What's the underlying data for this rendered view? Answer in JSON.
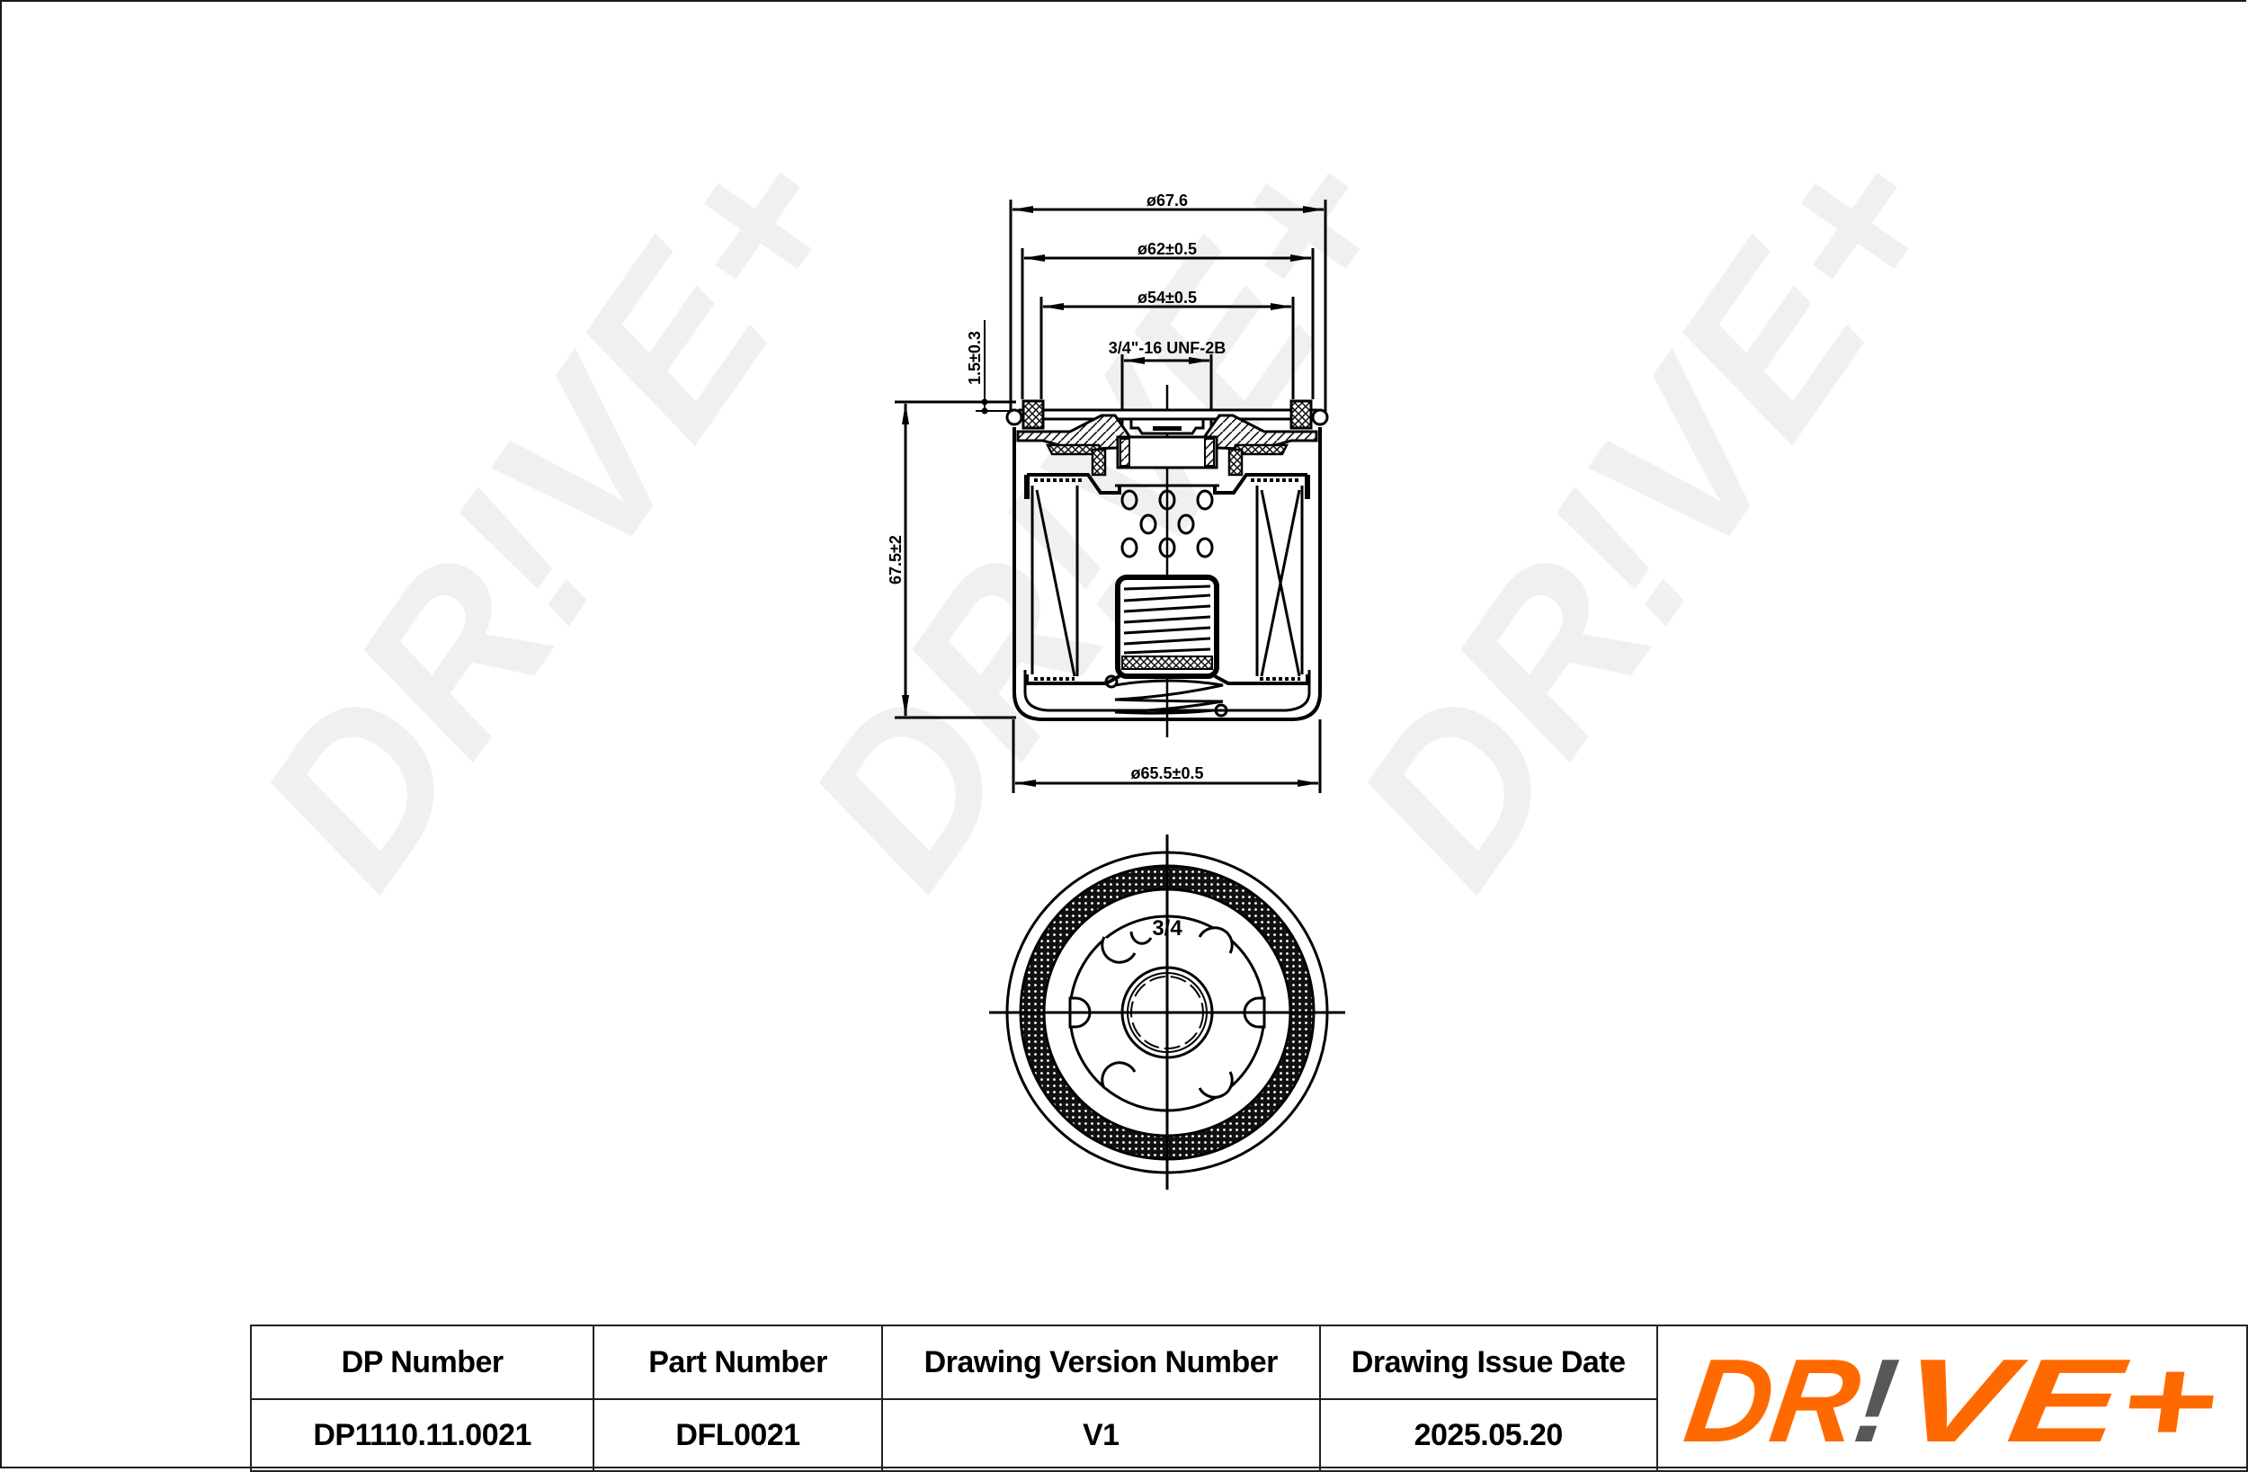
{
  "drawing": {
    "dimensions": {
      "outer_diameter": "ø67.6",
      "gasket_outer": "ø62±0.5",
      "gasket_inner": "ø54±0.5",
      "thread": "3/4\"-16 UNF-2B",
      "gasket_height": "1.5±0.3",
      "height": "67.5±2",
      "body_diameter": "ø65.5±0.5"
    },
    "bottom_view_label": "3/4",
    "watermark": "DR!VE+"
  },
  "title_block": {
    "headers": [
      "DP Number",
      "Part Number",
      "Drawing Version Number",
      "Drawing Issue Date"
    ],
    "values": [
      "DP1110.11.0021",
      "DFL0021",
      "V1",
      "2025.05.20"
    ],
    "logo": {
      "text_left": "DR",
      "bang": "!",
      "text_right": "VE+",
      "brand_color": "#FF6A00",
      "accent_color": "#555759"
    }
  }
}
